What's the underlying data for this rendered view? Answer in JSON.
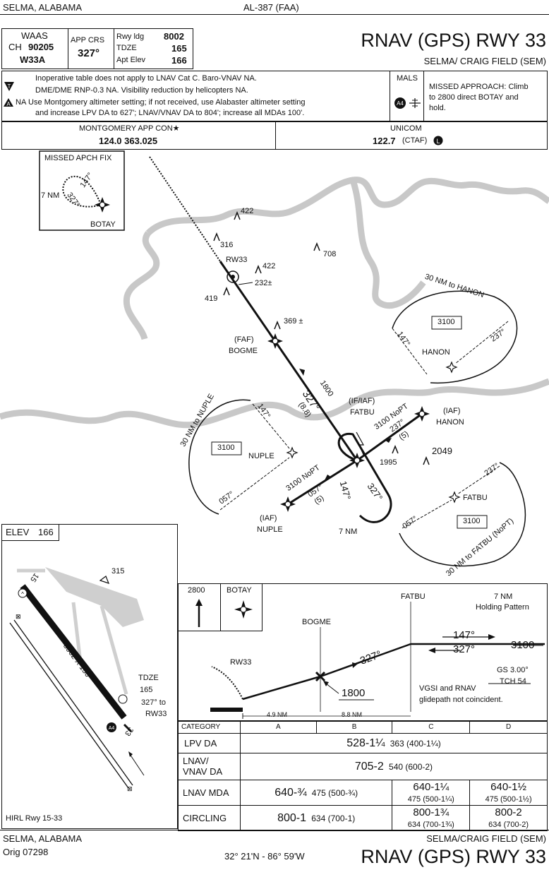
{
  "header": {
    "location": "SELMA, ALABAMA",
    "procedure_id": "AL-387 (FAA)",
    "title": "RNAV (GPS) RWY 33",
    "airport": "SELMA/ CRAIG FIELD (SEM)"
  },
  "briefing": {
    "waas_label": "WAAS",
    "waas_ch_prefix": "CH",
    "waas_ch": "90205",
    "waas_id": "W33A",
    "app_crs_label": "APP CRS",
    "app_crs": "327°",
    "rwy_ldg_label": "Rwy ldg",
    "rwy_ldg": "8002",
    "tdze_label": "TDZE",
    "tdze": "165",
    "apt_elev_label": "Apt Elev",
    "apt_elev": "166"
  },
  "notes": {
    "line1": "Inoperative table does not apply to LNAV Cat C.  Baro-VNAV NA.",
    "line2": "DME/DME RNP-0.3 NA.  Visibility reduction by helicopters NA.",
    "na_prefix": "NA",
    "line3": "Use Montgomery altimeter setting; if not received, use Alabaster altimeter setting",
    "line4": "and increase LPV DA to 627'; LNAV/VNAV DA to 804'; increase all MDAs 100'.",
    "lighting": "MALS",
    "lighting_symbol": "A4",
    "missed_approach": [
      "MISSED APPROACH:  Climb",
      "to 2800 direct BOTAY and",
      "hold."
    ]
  },
  "comms": {
    "approach_label": "MONTGOMERY APP CON★",
    "approach_freqs": "124.0  363.025",
    "unicom_label": "UNICOM",
    "unicom_freq": "122.7",
    "unicom_suffix": "(CTAF)",
    "unicom_symbol": "L"
  },
  "plan_view": {
    "missed_fix_label": "MISSED APCH FIX",
    "missed_hold_in": "147°",
    "missed_hold_out": "327°",
    "missed_hold_leg": "7 NM",
    "missed_fix": "BOTAY",
    "obstacles": [
      "422",
      "316",
      "708",
      "422",
      "419",
      "369 ±",
      "1995",
      "2049"
    ],
    "rw33_label": "RW33",
    "rw33_elev": "232±",
    "faf_label": "(FAF)",
    "faf": "BOGME",
    "final_alt": "1800",
    "final_crs": "327°",
    "final_dist": "(8.8)",
    "if_label": "(IF/IAF)",
    "if": "FATBU",
    "hold_in": "147°",
    "hold_out": "327°",
    "hold_leg": "7 NM",
    "taa_hanon_arc": "30 NM to HANON",
    "taa_hanon_alt": "3100",
    "taa_hanon_crs1": "147°",
    "taa_hanon_crs2": "237°",
    "taa_hanon_fix": "HANON",
    "iaf_hanon_label": "(IAF)",
    "iaf_hanon": "HANON",
    "hanon_leg_alt": "3100 NoPT",
    "hanon_leg_crs": "237°",
    "hanon_leg_dist": "(5)",
    "taa_nuple_arc": "30 NM to NUPLE",
    "taa_nuple_alt": "3100",
    "taa_nuple_crs1": "147°",
    "taa_nuple_crs2": "057°",
    "taa_nuple_fix": "NUPLE",
    "iaf_nuple_label": "(IAF)",
    "iaf_nuple": "NUPLE",
    "nuple_leg_alt": "3100 NoPT",
    "nuple_leg_crs": "057°",
    "nuple_leg_dist": "(5)",
    "taa_fatbu_arc": "30 NM to FATBU (NoPT)",
    "taa_fatbu_alt": "3100",
    "taa_fatbu_crs1": "237°",
    "taa_fatbu_crs2": "057°",
    "taa_fatbu_fix": "FATBU"
  },
  "airport_sketch": {
    "elev_label": "ELEV",
    "elev": "166",
    "rwy_15": "15",
    "rwy_33": "33",
    "rwy_dims": "8002 X 150",
    "obstacle": "315",
    "tdze_label": "TDZE",
    "tdze": "165",
    "crs_note": "327° to",
    "crs_note2": "RW33",
    "lighting": "HIRL Rwy 15-33"
  },
  "profile": {
    "missed_alt": "2800",
    "missed_fix": "BOTAY",
    "bogme": "BOGME",
    "fatbu": "FATBU",
    "hold_note": "7 NM",
    "hold_note2": "Holding Pattern",
    "hold_in": "147°",
    "hold_out": "327°",
    "alt": "3100",
    "final_crs": "327°",
    "faf_alt": "1800",
    "rw33": "RW33",
    "gs": "GS 3.00°",
    "tch": "TCH 54",
    "vgsi1": "VGSI and RNAV",
    "vgsi2": "glidepath not coincident.",
    "dist1": "4.9 NM",
    "dist2": "8.8 NM"
  },
  "minimums": {
    "headers": [
      "CATEGORY",
      "A",
      "B",
      "C",
      "D"
    ],
    "lpv_label": "LPV DA",
    "lpv_main": "528-1¼",
    "lpv_sub": "363 (400-1¼)",
    "lnav_vnav_label1": "LNAV/",
    "lnav_vnav_label2": "VNAV",
    "lnav_vnav_label3": "DA",
    "lnav_vnav_main": "705-2",
    "lnav_vnav_sub": "540 (600-2)",
    "lnav_label": "LNAV MDA",
    "lnav_ab_main": "640-¾",
    "lnav_ab_sub": "475 (500-¾)",
    "lnav_c_main": "640-1¼",
    "lnav_c_sub": "475 (500-1¼)",
    "lnav_d_main": "640-1½",
    "lnav_d_sub": "475 (500-1½)",
    "circ_label": "CIRCLING",
    "circ_ab_main": "800-1",
    "circ_ab_sub": "634 (700-1)",
    "circ_c_main": "800-1¾",
    "circ_c_sub": "634 (700-1¾)",
    "circ_d_main": "800-2",
    "circ_d_sub": "634 (700-2)"
  },
  "footer": {
    "location": "SELMA, ALABAMA",
    "amendment": "Orig  07298",
    "coords": "32° 21'N - 86° 59'W",
    "airport": "SELMA/CRAIG FIELD (SEM)",
    "title": "RNAV (GPS) RWY 33"
  }
}
